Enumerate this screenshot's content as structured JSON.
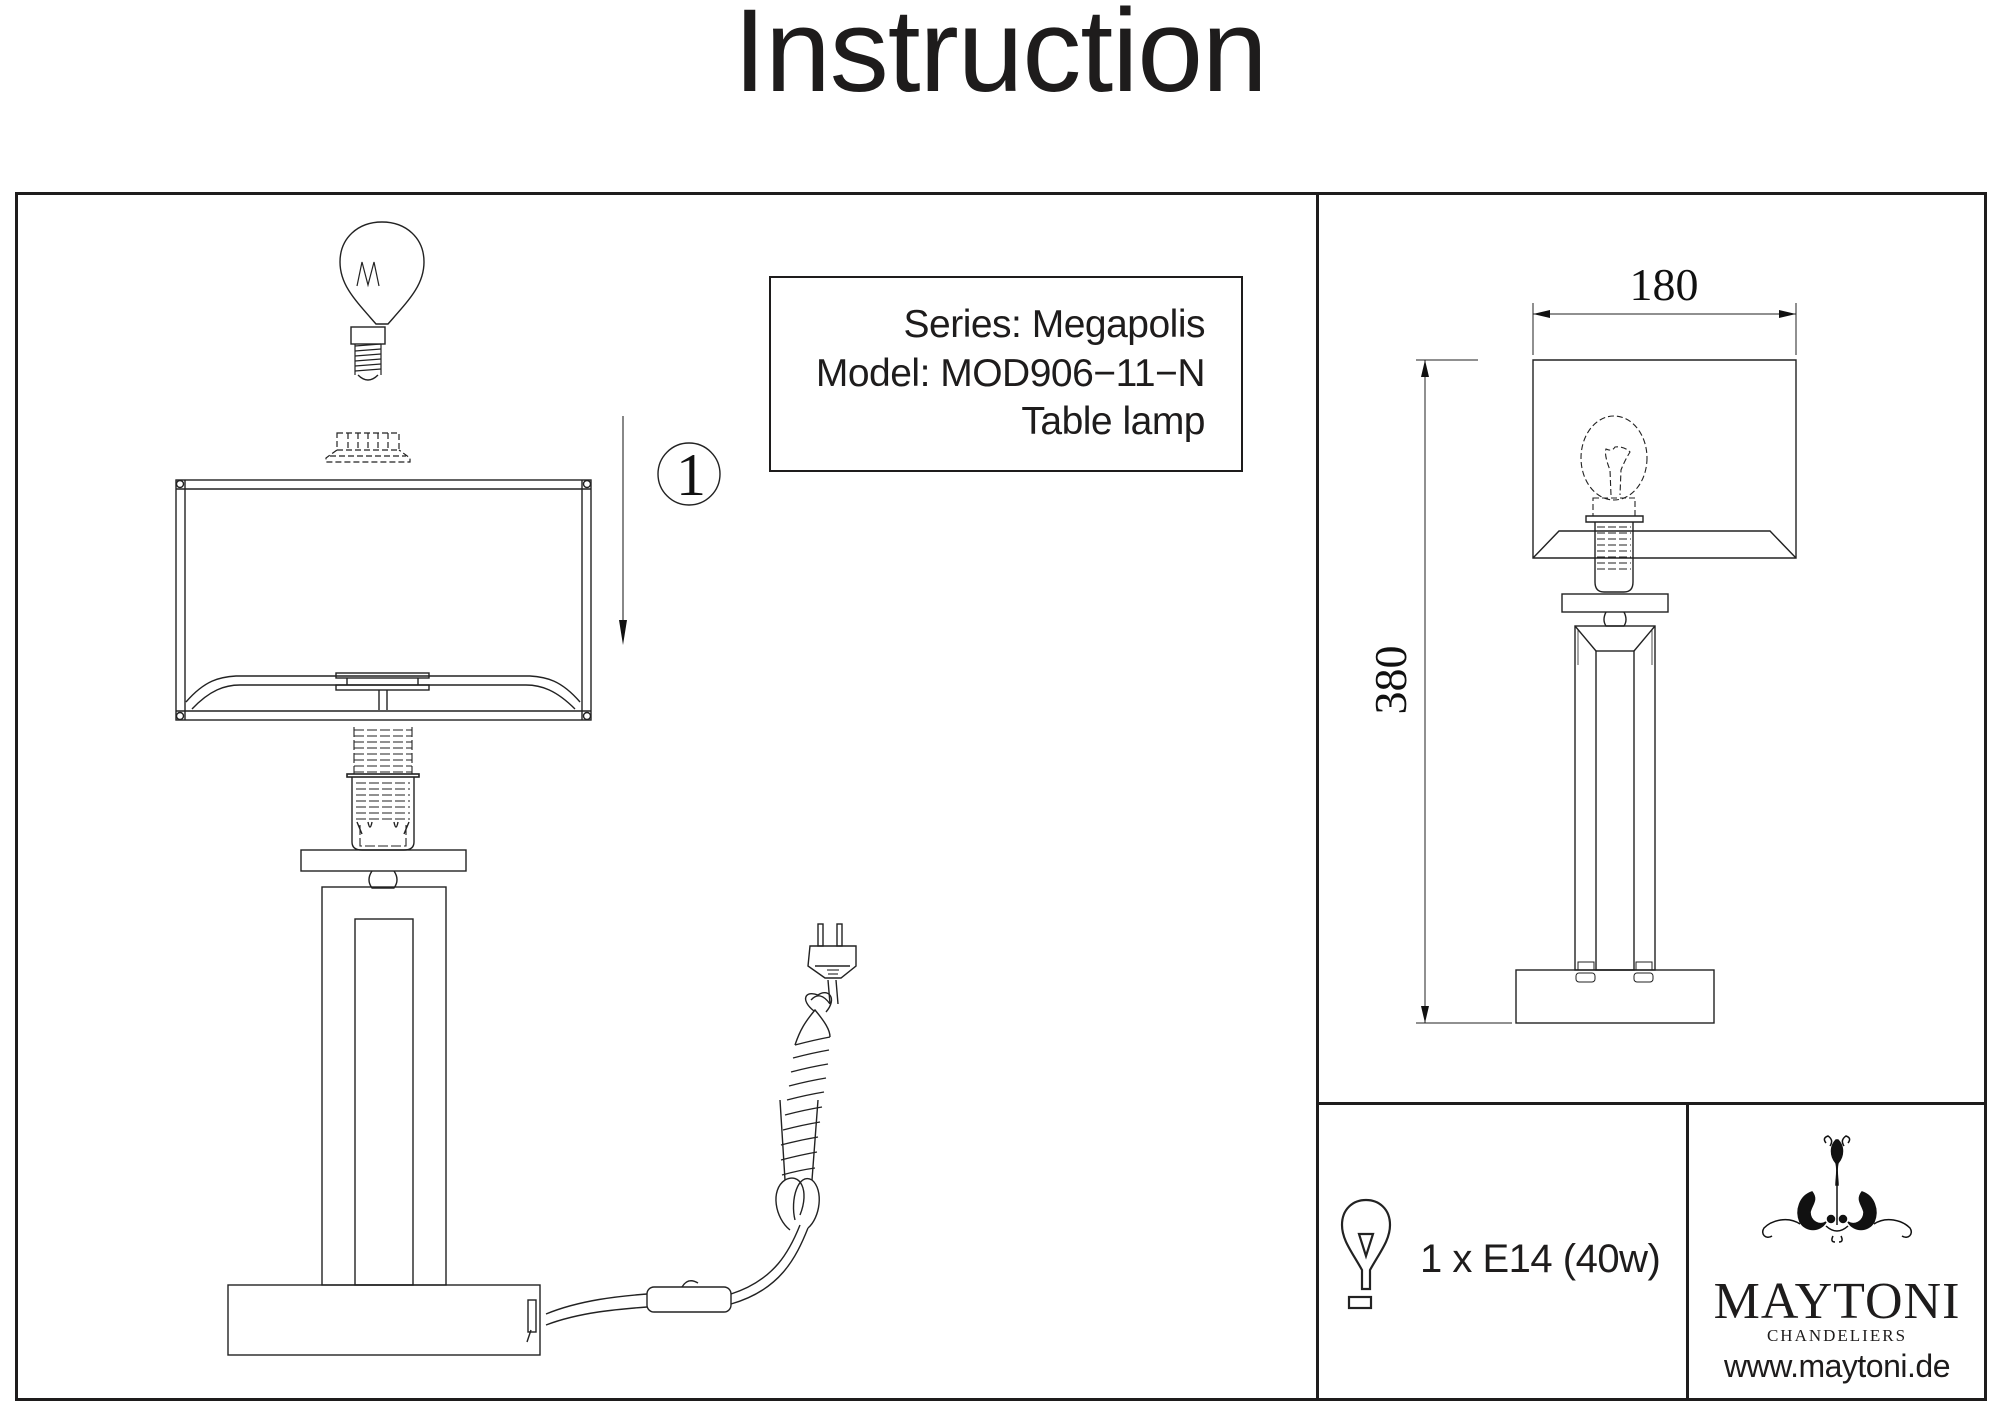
{
  "document": {
    "title": "Instruction"
  },
  "product_info": {
    "series": "Series: Megapolis",
    "model": "Model: MOD906−11−N",
    "type": "Table lamp"
  },
  "assembly": {
    "step_number": "1",
    "icons": [
      "light-bulb-icon",
      "socket-ring-icon",
      "lampshade-icon",
      "lamp-socket-icon",
      "lamp-base-icon",
      "power-cord-icon",
      "plug-icon",
      "inline-switch-icon",
      "down-arrow-icon"
    ]
  },
  "dimensions": {
    "width": "180",
    "height": "380",
    "unit_note": ""
  },
  "bulb_spec": {
    "icon": "bulb-symbol-icon",
    "text": "1 x E14 (40w)"
  },
  "brand": {
    "name": "MAYTONI",
    "subtitle": "CHANDELIERS",
    "website": "www.maytoni.de",
    "logo_icon": "ornament-logo-icon"
  },
  "colors": {
    "ink": "#1e1c1c",
    "background": "#ffffff"
  }
}
